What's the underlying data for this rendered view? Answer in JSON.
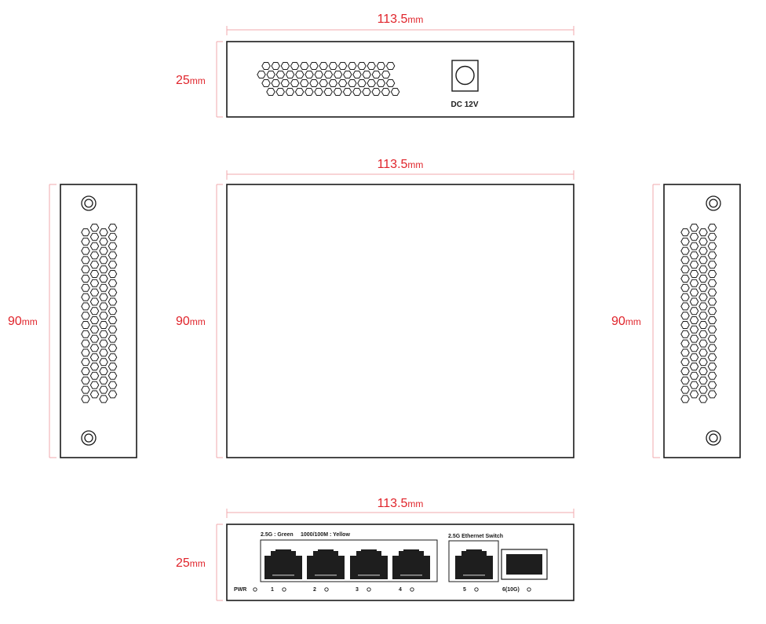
{
  "dimensions": {
    "top_width": {
      "value": "113.5",
      "unit": "mm"
    },
    "top_height": {
      "value": "25",
      "unit": "mm"
    },
    "middle_width": {
      "value": "113.5",
      "unit": "mm"
    },
    "left_height": {
      "value": "90",
      "unit": "mm"
    },
    "middle_height": {
      "value": "90",
      "unit": "mm"
    },
    "right_height": {
      "value": "90",
      "unit": "mm"
    },
    "bottom_width": {
      "value": "113.5",
      "unit": "mm"
    },
    "bottom_height": {
      "value": "25",
      "unit": "mm"
    }
  },
  "rear_panel": {
    "power_label": "DC 12V"
  },
  "front_panel": {
    "speed_legend_1": "2.5G : Green",
    "speed_legend_2": "1000/100M : Yellow",
    "product_label": "2.5G Ethernet Switch",
    "pwr_label": "PWR",
    "port_labels": [
      "1",
      "2",
      "3",
      "4",
      "5",
      "6(10G)"
    ]
  },
  "colors": {
    "dimension": "#e0242b",
    "dimension_line": "#f2a9ad",
    "outline": "#1a1a1a"
  }
}
